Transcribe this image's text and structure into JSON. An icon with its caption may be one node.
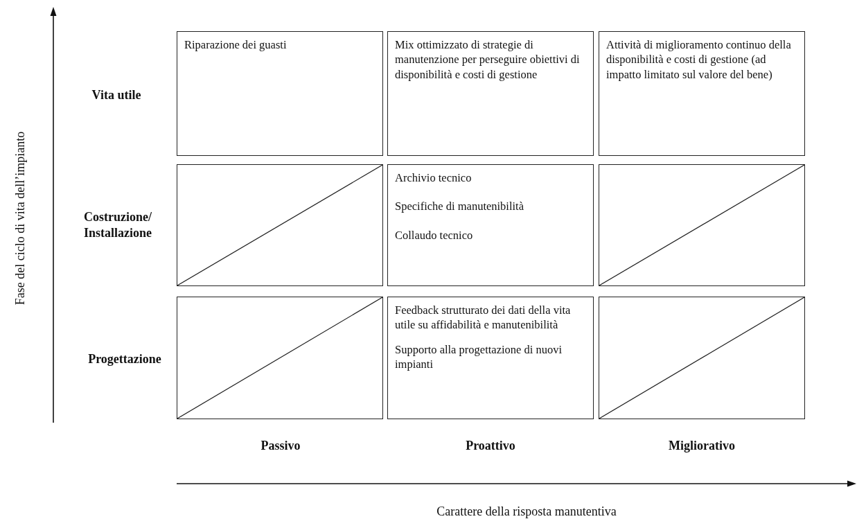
{
  "diagram": {
    "nodes": [
      {
        "text": [
          "Riparazione dei guasti"
        ]
      },
      {
        "text": [
          "Mix ottimizzato di strategie di manutenzione per perseguire obiettivi di disponibilità e costi di gestione"
        ]
      },
      {
        "text": [
          "Attività di miglioramento continuo della disponibilità e costi di gestione (ad impatto limitato sul valore del bene)"
        ]
      },
      {
        "text": [],
        "shape": "box"
      },
      {
        "text": [
          "Archivio tecnico",
          "Specifiche di manutenibilità",
          "Collaudo tecnico"
        ]
      },
      {
        "text": [],
        "shape": "box"
      },
      {
        "text": [],
        "shape": "box"
      },
      {
        "text": [
          "Feedback strutturato dei dati della vita utile su affidabilità e manutenibilità",
          "Supporto alla progettazione di nuovi impianti"
        ]
      },
      {
        "text": [],
        "shape": "box"
      }
    ],
    "labels": [
      "Fase del ciclo di vita dell’impianto",
      "Vita utile",
      "Costruzione/ Installazione",
      "Progettazione",
      "Passivo",
      "Proattivo",
      "Migliorativo",
      "Carattere della risposta manutentiva"
    ]
  }
}
